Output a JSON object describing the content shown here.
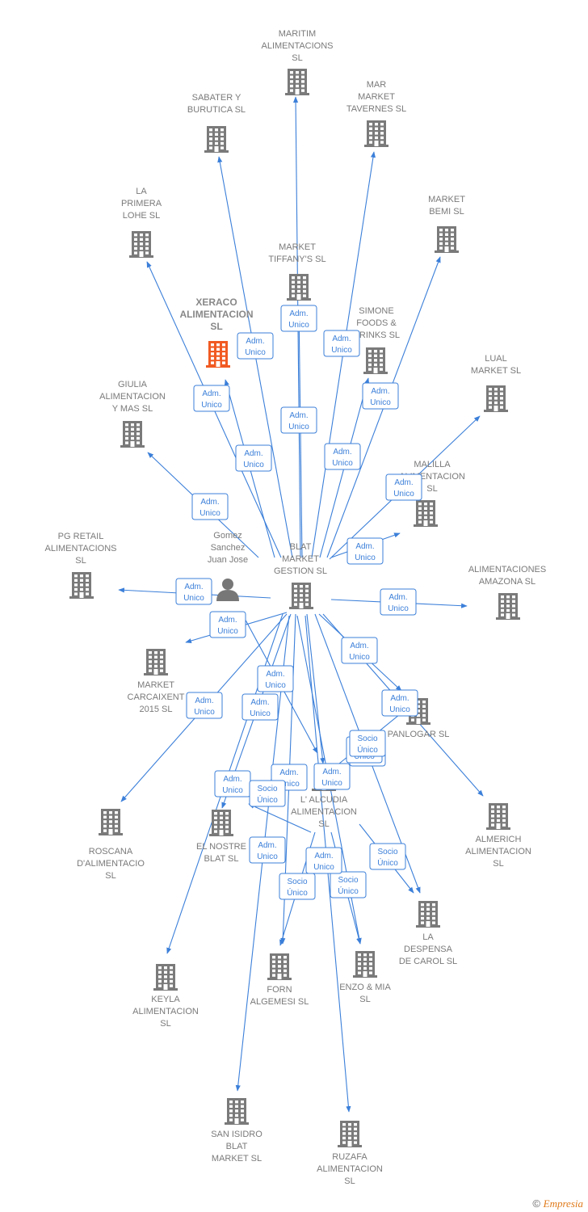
{
  "colors": {
    "edge": "#3b7fd9",
    "building": "#7a7a7a",
    "highlight": "#f15a22",
    "label": "#7a7a7a"
  },
  "icons": {
    "company": "building-icon",
    "person": "person-icon",
    "arrow": "arrowhead-icon"
  },
  "nodes": [
    {
      "id": "blat",
      "type": "company",
      "lines": [
        "BLAT",
        "MARKET",
        "GESTION  SL"
      ]
    },
    {
      "id": "gomez",
      "type": "person",
      "lines": [
        "Gomez",
        "Sanchez",
        "Juan Jose"
      ]
    },
    {
      "id": "maritim",
      "type": "company",
      "lines": [
        "MARITIM",
        "ALIMENTACIONS",
        "SL"
      ]
    },
    {
      "id": "sabater",
      "type": "company",
      "lines": [
        "SABATER  Y",
        "BURUTICA  SL"
      ]
    },
    {
      "id": "mar",
      "type": "company",
      "lines": [
        "MAR",
        "MARKET",
        "TAVERNES  SL"
      ]
    },
    {
      "id": "bemi",
      "type": "company",
      "lines": [
        "MARKET",
        "BEMI  SL"
      ]
    },
    {
      "id": "laprimera",
      "type": "company",
      "lines": [
        "LA",
        "PRIMERA",
        "LOHE  SL"
      ]
    },
    {
      "id": "tiffany",
      "type": "company",
      "lines": [
        "MARKET",
        "TIFFANY'S  SL"
      ]
    },
    {
      "id": "xeraco",
      "type": "company",
      "highlight": true,
      "lines": [
        "XERACO",
        "ALIMENTACION",
        "SL"
      ]
    },
    {
      "id": "simone",
      "type": "company",
      "lines": [
        "SIMONE",
        "FOODS &",
        "DRINKS  SL"
      ]
    },
    {
      "id": "lual",
      "type": "company",
      "lines": [
        "LUAL",
        "MARKET  SL"
      ]
    },
    {
      "id": "giulia",
      "type": "company",
      "lines": [
        "GIULIA",
        "ALIMENTACION",
        "Y MAS  SL"
      ]
    },
    {
      "id": "malilla",
      "type": "company",
      "lines": [
        "MALILLA",
        "ALIMENTACION",
        "SL"
      ]
    },
    {
      "id": "pgretail",
      "type": "company",
      "lines": [
        "PG RETAIL",
        "ALIMENTACIONS",
        "SL"
      ]
    },
    {
      "id": "amazona",
      "type": "company",
      "lines": [
        "ALIMENTACIONES",
        "AMAZONA  SL"
      ]
    },
    {
      "id": "carcaixent",
      "type": "company",
      "lines": [
        "MARKET",
        "CARCAIXENT",
        "2015  SL"
      ]
    },
    {
      "id": "panlogar",
      "type": "company",
      "lines": [
        "PANLOGAR  SL"
      ]
    },
    {
      "id": "alcudia",
      "type": "company",
      "lines": [
        "L' ALCUDIA",
        "ALIMENTACION",
        "SL"
      ]
    },
    {
      "id": "roscana",
      "type": "company",
      "lines": [
        "ROSCANA",
        "D'ALIMENTACIO",
        "SL"
      ]
    },
    {
      "id": "nostre",
      "type": "company",
      "lines": [
        "EL NOSTRE",
        "BLAT  SL"
      ]
    },
    {
      "id": "almerich",
      "type": "company",
      "lines": [
        "ALMERICH",
        "ALIMENTACION",
        "SL"
      ]
    },
    {
      "id": "despensa",
      "type": "company",
      "lines": [
        "LA",
        "DESPENSA",
        "DE CAROL  SL"
      ]
    },
    {
      "id": "forn",
      "type": "company",
      "lines": [
        "FORN",
        "ALGEMESI  SL"
      ]
    },
    {
      "id": "enzo",
      "type": "company",
      "lines": [
        "ENZO & MIA",
        "SL"
      ]
    },
    {
      "id": "keyla",
      "type": "company",
      "lines": [
        "KEYLA",
        "ALIMENTACION",
        "SL"
      ]
    },
    {
      "id": "sanisidro",
      "type": "company",
      "lines": [
        "SAN ISIDRO",
        "BLAT",
        "MARKET  SL"
      ]
    },
    {
      "id": "ruzafa",
      "type": "company",
      "lines": [
        "RUZAFA",
        "ALIMENTACION",
        "SL"
      ]
    }
  ],
  "edges": [
    {
      "from": "blat",
      "to": "maritim",
      "label": [
        "Adm.",
        "Unico"
      ]
    },
    {
      "from": "blat",
      "to": "sabater",
      "label": [
        "Adm.",
        "Unico"
      ]
    },
    {
      "from": "blat",
      "to": "mar",
      "label": [
        "Adm.",
        "Unico"
      ]
    },
    {
      "from": "blat",
      "to": "bemi",
      "label": [
        "Adm.",
        "Unico"
      ]
    },
    {
      "from": "blat",
      "to": "laprimera",
      "label": [
        "Adm.",
        "Unico"
      ]
    },
    {
      "from": "blat",
      "to": "tiffany",
      "label": [
        "Adm.",
        "Unico"
      ]
    },
    {
      "from": "blat",
      "to": "xeraco",
      "label": [
        "Adm.",
        "Unico"
      ]
    },
    {
      "from": "blat",
      "to": "simone",
      "label": [
        "Adm.",
        "Unico"
      ]
    },
    {
      "from": "blat",
      "to": "lual",
      "label": [
        "Adm.",
        "Unico"
      ]
    },
    {
      "from": "blat",
      "to": "giulia",
      "label": [
        "Adm.",
        "Unico"
      ]
    },
    {
      "from": "blat",
      "to": "malilla",
      "label": [
        "Adm.",
        "Unico"
      ]
    },
    {
      "from": "gomez",
      "to": "pgretail",
      "label": [
        "Adm.",
        "Unico"
      ]
    },
    {
      "from": "blat",
      "to": "amazona",
      "label": [
        "Adm.",
        "Unico"
      ]
    },
    {
      "from": "blat",
      "to": "carcaixent",
      "label": [
        "Adm.",
        "Unico"
      ]
    },
    {
      "from": "blat",
      "to": "panlogar",
      "label": [
        "Adm.",
        "Unico"
      ]
    },
    {
      "from": "blat",
      "to": "roscana",
      "label": [
        "Adm.",
        "Unico"
      ]
    },
    {
      "from": "blat",
      "to": "almerich",
      "label": [
        "Adm.",
        "Unico"
      ]
    },
    {
      "from": "blat",
      "to": "nostre",
      "label": [
        "Adm.",
        "Unico"
      ]
    },
    {
      "from": "gomez",
      "to": "alcudia",
      "label": [
        "Adm.",
        "Unico"
      ]
    },
    {
      "from": "blat",
      "to": "alcudia",
      "label": [
        "Adm.",
        "Unico"
      ]
    },
    {
      "from": "blat",
      "to": "despensa",
      "label": [
        "Adm.",
        "Unico"
      ]
    },
    {
      "from": "alcudia",
      "to": "despensa",
      "label": [
        "Socio",
        "Único"
      ]
    },
    {
      "from": "blat",
      "to": "keyla",
      "label": [
        "Adm.",
        "Unico"
      ]
    },
    {
      "from": "blat",
      "to": "enzo",
      "label": [
        "Adm.",
        "Unico"
      ]
    },
    {
      "from": "alcudia",
      "to": "nostre",
      "label": [
        "Socio",
        "Único"
      ]
    },
    {
      "from": "alcudia",
      "to": "forn",
      "label": [
        "Socio",
        "Único"
      ]
    },
    {
      "from": "alcudia",
      "to": "enzo",
      "label": [
        "Socio",
        "Único"
      ]
    },
    {
      "from": "blat",
      "to": "forn",
      "label": [
        "Adm.",
        "Unico"
      ]
    },
    {
      "from": "blat",
      "to": "sanisidro",
      "label": [
        "Adm.",
        "Unico"
      ]
    },
    {
      "from": "blat",
      "to": "ruzafa",
      "label": [
        "Adm.",
        "Unico"
      ]
    },
    {
      "from": "alcudia",
      "to": "panlogar",
      "label": [
        "Socio",
        "Único"
      ]
    }
  ],
  "footer": {
    "copyright": "©",
    "brand": "Empresia"
  }
}
